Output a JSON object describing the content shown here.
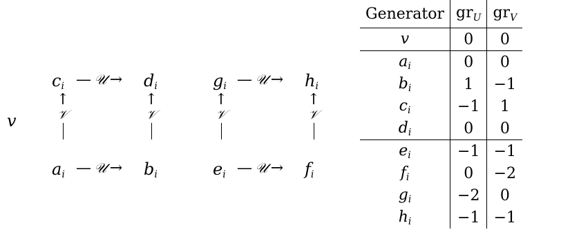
{
  "lone_generator": {
    "base": "v"
  },
  "arrows": {
    "horizontal_label": "𝒰",
    "vertical_label": "𝒱"
  },
  "square1": {
    "tl": {
      "base": "c",
      "sub": "i"
    },
    "tr": {
      "base": "d",
      "sub": "i"
    },
    "bl": {
      "base": "a",
      "sub": "i"
    },
    "br": {
      "base": "b",
      "sub": "i"
    }
  },
  "square2": {
    "tl": {
      "base": "g",
      "sub": "i"
    },
    "tr": {
      "base": "h",
      "sub": "i"
    },
    "bl": {
      "base": "e",
      "sub": "i"
    },
    "br": {
      "base": "f",
      "sub": "i"
    }
  },
  "table": {
    "header": {
      "generator": "Generator",
      "gr_prefix": "gr",
      "col1_sub": "U",
      "col2_sub": "V"
    },
    "rows": [
      {
        "base": "v",
        "sub": "",
        "u": "0",
        "v": "0"
      },
      {
        "base": "a",
        "sub": "i",
        "u": "0",
        "v": "0"
      },
      {
        "base": "b",
        "sub": "i",
        "u": "1",
        "v": "−1"
      },
      {
        "base": "c",
        "sub": "i",
        "u": "−1",
        "v": "1"
      },
      {
        "base": "d",
        "sub": "i",
        "u": "0",
        "v": "0"
      },
      {
        "base": "e",
        "sub": "i",
        "u": "−1",
        "v": "−1"
      },
      {
        "base": "f",
        "sub": "i",
        "u": "0",
        "v": "−2"
      },
      {
        "base": "g",
        "sub": "i",
        "u": "−2",
        "v": "0"
      },
      {
        "base": "h",
        "sub": "i",
        "u": "−1",
        "v": "−1"
      }
    ]
  }
}
